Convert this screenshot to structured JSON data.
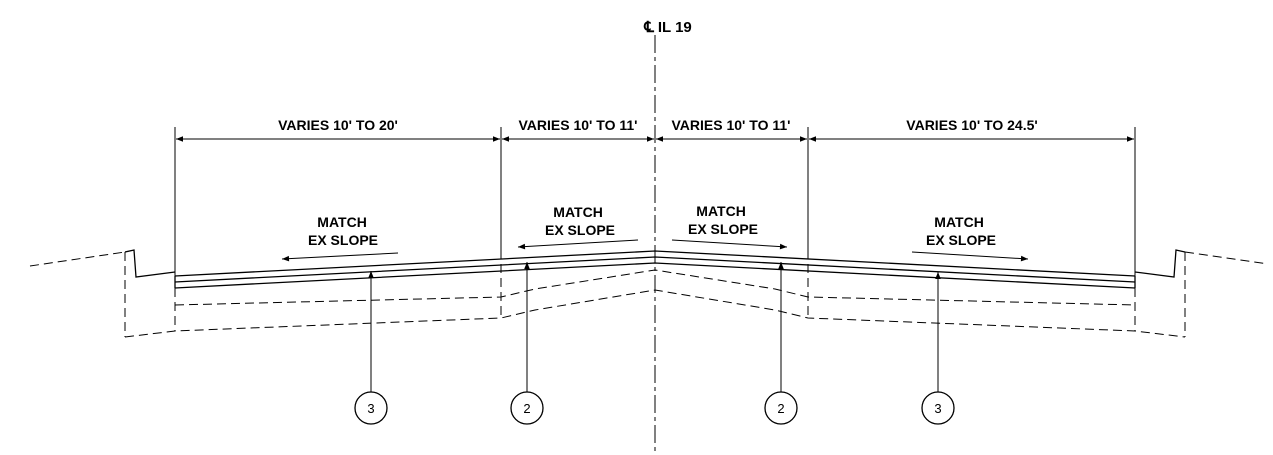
{
  "centerline": {
    "symbol": "℄",
    "label": "IL 19"
  },
  "dimensions": [
    "VARIES 10' TO 20'",
    "VARIES 10' TO 11'",
    "VARIES 10' TO 11'",
    "VARIES 10' TO 24.5'"
  ],
  "slope_notes": [
    {
      "line1": "MATCH",
      "line2": "EX SLOPE",
      "direction": "left"
    },
    {
      "line1": "MATCH",
      "line2": "EX SLOPE",
      "direction": "left"
    },
    {
      "line1": "MATCH",
      "line2": "EX SLOPE",
      "direction": "right"
    },
    {
      "line1": "MATCH",
      "line2": "EX SLOPE",
      "direction": "right"
    }
  ],
  "callouts": [
    "3",
    "2",
    "2",
    "3"
  ]
}
